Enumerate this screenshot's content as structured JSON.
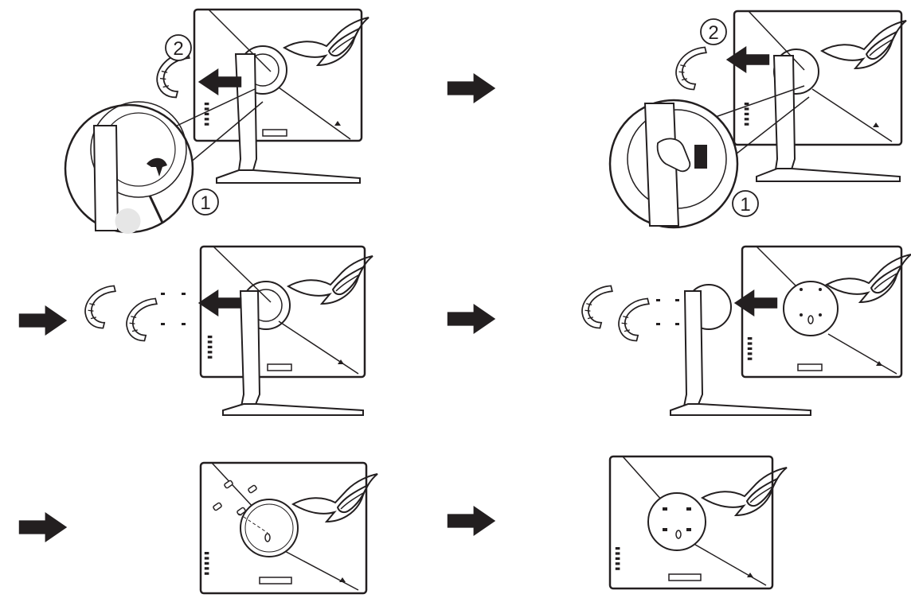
{
  "diagram": {
    "colors": {
      "ink": "#231f20",
      "paper": "#ffffff",
      "shade": "#e6e6e6"
    },
    "steps": [
      {
        "markers": [
          "2",
          "1"
        ]
      },
      {
        "markers": [
          "2",
          "1"
        ]
      }
    ],
    "icons": [
      "right-arrow-icon",
      "push-arrow-icon",
      "hand-icon",
      "screwdriver-icon",
      "rog-logo-icon"
    ]
  }
}
